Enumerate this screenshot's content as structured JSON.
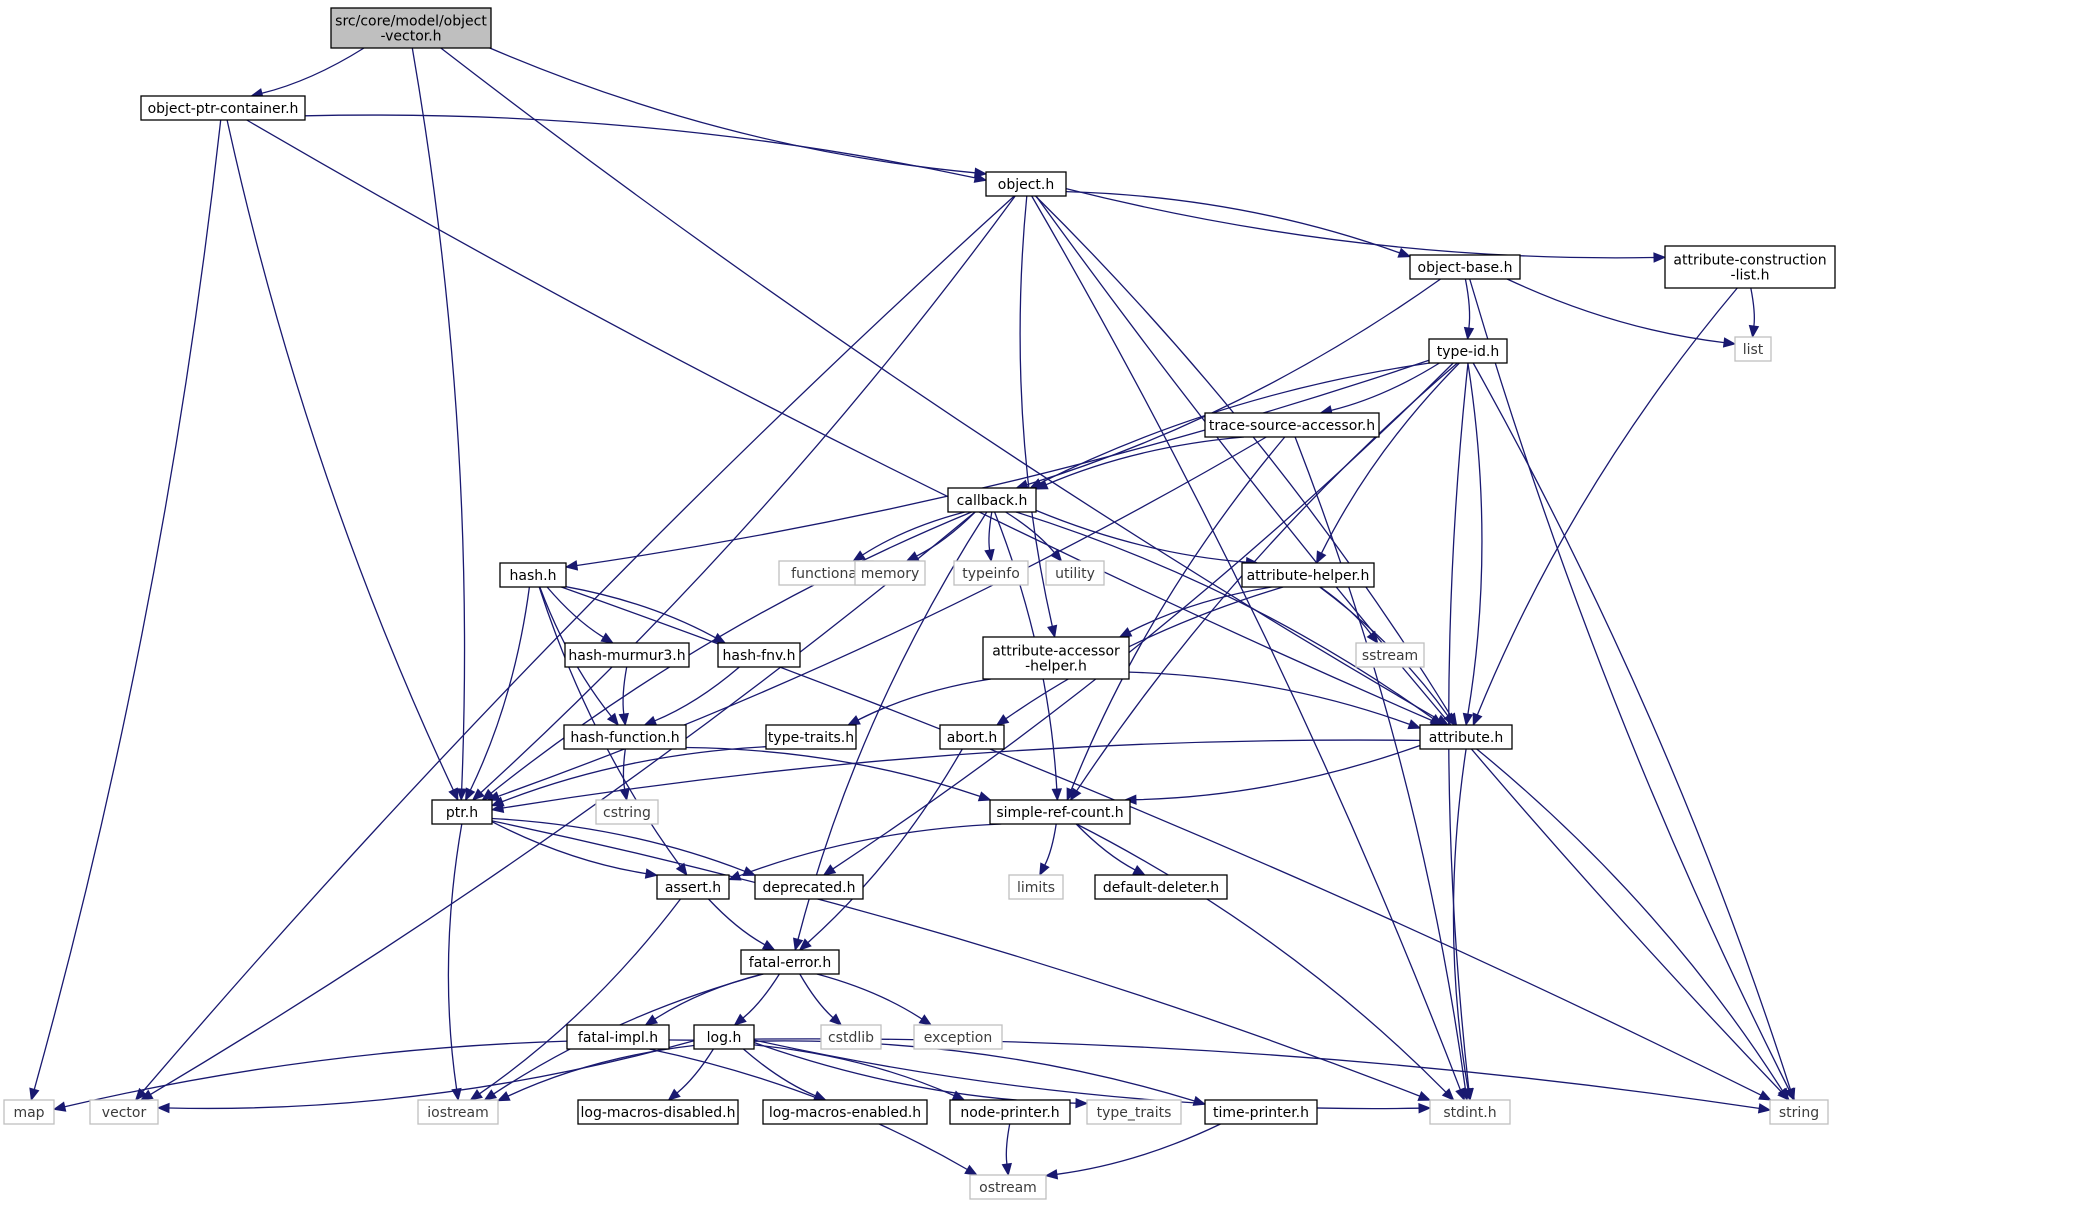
{
  "colors": {
    "edge": "#191970",
    "main_fill": "#bfbfbf",
    "node_border": "#000000",
    "system_border": "#bfbfbf"
  },
  "nodes": [
    {
      "id": "main",
      "label": [
        "src/core/model/object",
        "-vector.h"
      ],
      "kind": "main"
    },
    {
      "id": "optr",
      "label": [
        "object-ptr-container.h"
      ],
      "kind": "local"
    },
    {
      "id": "obj",
      "label": [
        "object.h"
      ],
      "kind": "local"
    },
    {
      "id": "objbase",
      "label": [
        "object-base.h"
      ],
      "kind": "local"
    },
    {
      "id": "acl",
      "label": [
        "attribute-construction",
        "-list.h"
      ],
      "kind": "local"
    },
    {
      "id": "list",
      "label": [
        "list"
      ],
      "kind": "system"
    },
    {
      "id": "typeid",
      "label": [
        "type-id.h"
      ],
      "kind": "local"
    },
    {
      "id": "tsa",
      "label": [
        "trace-source-accessor.h"
      ],
      "kind": "local"
    },
    {
      "id": "callback",
      "label": [
        "callback.h"
      ],
      "kind": "local"
    },
    {
      "id": "hash",
      "label": [
        "hash.h"
      ],
      "kind": "local"
    },
    {
      "id": "functional",
      "label": [
        "functional"
      ],
      "kind": "system"
    },
    {
      "id": "memory",
      "label": [
        "memory"
      ],
      "kind": "system"
    },
    {
      "id": "typeinfo",
      "label": [
        "typeinfo"
      ],
      "kind": "system"
    },
    {
      "id": "utility",
      "label": [
        "utility"
      ],
      "kind": "system"
    },
    {
      "id": "ahelper",
      "label": [
        "attribute-helper.h"
      ],
      "kind": "local"
    },
    {
      "id": "sstream",
      "label": [
        "sstream"
      ],
      "kind": "system"
    },
    {
      "id": "murmur",
      "label": [
        "hash-murmur3.h"
      ],
      "kind": "local"
    },
    {
      "id": "fnv",
      "label": [
        "hash-fnv.h"
      ],
      "kind": "local"
    },
    {
      "id": "aah",
      "label": [
        "attribute-accessor",
        "-helper.h"
      ],
      "kind": "local"
    },
    {
      "id": "hfunc",
      "label": [
        "hash-function.h"
      ],
      "kind": "local"
    },
    {
      "id": "ttraits",
      "label": [
        "type-traits.h"
      ],
      "kind": "local"
    },
    {
      "id": "abort",
      "label": [
        "abort.h"
      ],
      "kind": "local"
    },
    {
      "id": "attr",
      "label": [
        "attribute.h"
      ],
      "kind": "local"
    },
    {
      "id": "cstring",
      "label": [
        "cstring"
      ],
      "kind": "system"
    },
    {
      "id": "ptr",
      "label": [
        "ptr.h"
      ],
      "kind": "local"
    },
    {
      "id": "src",
      "label": [
        "simple-ref-count.h"
      ],
      "kind": "local"
    },
    {
      "id": "assert",
      "label": [
        "assert.h"
      ],
      "kind": "local"
    },
    {
      "id": "deprecated",
      "label": [
        "deprecated.h"
      ],
      "kind": "local"
    },
    {
      "id": "limits",
      "label": [
        "limits"
      ],
      "kind": "system"
    },
    {
      "id": "defdel",
      "label": [
        "default-deleter.h"
      ],
      "kind": "local"
    },
    {
      "id": "fatal",
      "label": [
        "fatal-error.h"
      ],
      "kind": "local"
    },
    {
      "id": "fatalimpl",
      "label": [
        "fatal-impl.h"
      ],
      "kind": "local"
    },
    {
      "id": "log",
      "label": [
        "log.h"
      ],
      "kind": "local"
    },
    {
      "id": "cstdlib",
      "label": [
        "cstdlib"
      ],
      "kind": "system"
    },
    {
      "id": "exception",
      "label": [
        "exception"
      ],
      "kind": "system"
    },
    {
      "id": "map",
      "label": [
        "map"
      ],
      "kind": "system"
    },
    {
      "id": "vector",
      "label": [
        "vector"
      ],
      "kind": "system"
    },
    {
      "id": "iostream",
      "label": [
        "iostream"
      ],
      "kind": "system"
    },
    {
      "id": "lmd",
      "label": [
        "log-macros-disabled.h"
      ],
      "kind": "local"
    },
    {
      "id": "lme",
      "label": [
        "log-macros-enabled.h"
      ],
      "kind": "local"
    },
    {
      "id": "nprinter",
      "label": [
        "node-printer.h"
      ],
      "kind": "local"
    },
    {
      "id": "typetraits",
      "label": [
        "type_traits"
      ],
      "kind": "system"
    },
    {
      "id": "tprinter",
      "label": [
        "time-printer.h"
      ],
      "kind": "local"
    },
    {
      "id": "stdint",
      "label": [
        "stdint.h"
      ],
      "kind": "system"
    },
    {
      "id": "string",
      "label": [
        "string"
      ],
      "kind": "system"
    },
    {
      "id": "ostream",
      "label": [
        "ostream"
      ],
      "kind": "system"
    }
  ],
  "edges": [
    [
      "main",
      "optr"
    ],
    [
      "main",
      "obj"
    ],
    [
      "main",
      "ptr"
    ],
    [
      "main",
      "attr"
    ],
    [
      "optr",
      "obj"
    ],
    [
      "optr",
      "ptr"
    ],
    [
      "optr",
      "map"
    ],
    [
      "optr",
      "attr"
    ],
    [
      "obj",
      "objbase"
    ],
    [
      "obj",
      "acl"
    ],
    [
      "obj",
      "ptr"
    ],
    [
      "obj",
      "aah"
    ],
    [
      "obj",
      "attr"
    ],
    [
      "obj",
      "vector"
    ],
    [
      "obj",
      "stdint"
    ],
    [
      "obj",
      "string"
    ],
    [
      "objbase",
      "typeid"
    ],
    [
      "objbase",
      "list"
    ],
    [
      "objbase",
      "callback"
    ],
    [
      "objbase",
      "string"
    ],
    [
      "acl",
      "list"
    ],
    [
      "acl",
      "attr"
    ],
    [
      "typeid",
      "tsa"
    ],
    [
      "typeid",
      "callback"
    ],
    [
      "typeid",
      "hash"
    ],
    [
      "typeid",
      "ahelper"
    ],
    [
      "typeid",
      "attr"
    ],
    [
      "typeid",
      "src"
    ],
    [
      "typeid",
      "deprecated"
    ],
    [
      "typeid",
      "stdint"
    ],
    [
      "typeid",
      "string"
    ],
    [
      "tsa",
      "callback"
    ],
    [
      "tsa",
      "ptr"
    ],
    [
      "tsa",
      "src"
    ],
    [
      "tsa",
      "stdint"
    ],
    [
      "callback",
      "functional"
    ],
    [
      "callback",
      "memory"
    ],
    [
      "callback",
      "typeinfo"
    ],
    [
      "callback",
      "utility"
    ],
    [
      "callback",
      "ahelper"
    ],
    [
      "callback",
      "attr"
    ],
    [
      "callback",
      "ptr"
    ],
    [
      "callback",
      "src"
    ],
    [
      "callback",
      "fatal"
    ],
    [
      "callback",
      "vector"
    ],
    [
      "hash",
      "murmur"
    ],
    [
      "hash",
      "fnv"
    ],
    [
      "hash",
      "hfunc"
    ],
    [
      "hash",
      "ptr"
    ],
    [
      "hash",
      "assert"
    ],
    [
      "hash",
      "string"
    ],
    [
      "murmur",
      "hfunc"
    ],
    [
      "fnv",
      "hfunc"
    ],
    [
      "hfunc",
      "cstring"
    ],
    [
      "hfunc",
      "src"
    ],
    [
      "ahelper",
      "aah"
    ],
    [
      "ahelper",
      "sstream"
    ],
    [
      "ahelper",
      "abort"
    ],
    [
      "ahelper",
      "attr"
    ],
    [
      "aah",
      "ttraits"
    ],
    [
      "aah",
      "attr"
    ],
    [
      "ttraits",
      "ptr"
    ],
    [
      "abort",
      "fatal"
    ],
    [
      "attr",
      "ptr"
    ],
    [
      "attr",
      "src"
    ],
    [
      "attr",
      "stdint"
    ],
    [
      "attr",
      "string"
    ],
    [
      "ptr",
      "assert"
    ],
    [
      "ptr",
      "deprecated"
    ],
    [
      "ptr",
      "iostream"
    ],
    [
      "ptr",
      "stdint"
    ],
    [
      "src",
      "assert"
    ],
    [
      "src",
      "limits"
    ],
    [
      "src",
      "defdel"
    ],
    [
      "src",
      "stdint"
    ],
    [
      "assert",
      "fatal"
    ],
    [
      "assert",
      "iostream"
    ],
    [
      "fatal",
      "fatalimpl"
    ],
    [
      "fatal",
      "log"
    ],
    [
      "fatal",
      "cstdlib"
    ],
    [
      "fatal",
      "exception"
    ],
    [
      "fatal",
      "iostream"
    ],
    [
      "fatalimpl",
      "ostream"
    ],
    [
      "log",
      "map"
    ],
    [
      "log",
      "vector"
    ],
    [
      "log",
      "iostream"
    ],
    [
      "log",
      "lmd"
    ],
    [
      "log",
      "lme"
    ],
    [
      "log",
      "nprinter"
    ],
    [
      "log",
      "typetraits"
    ],
    [
      "log",
      "tprinter"
    ],
    [
      "log",
      "stdint"
    ],
    [
      "log",
      "string"
    ],
    [
      "nprinter",
      "ostream"
    ],
    [
      "tprinter",
      "ostream"
    ]
  ]
}
